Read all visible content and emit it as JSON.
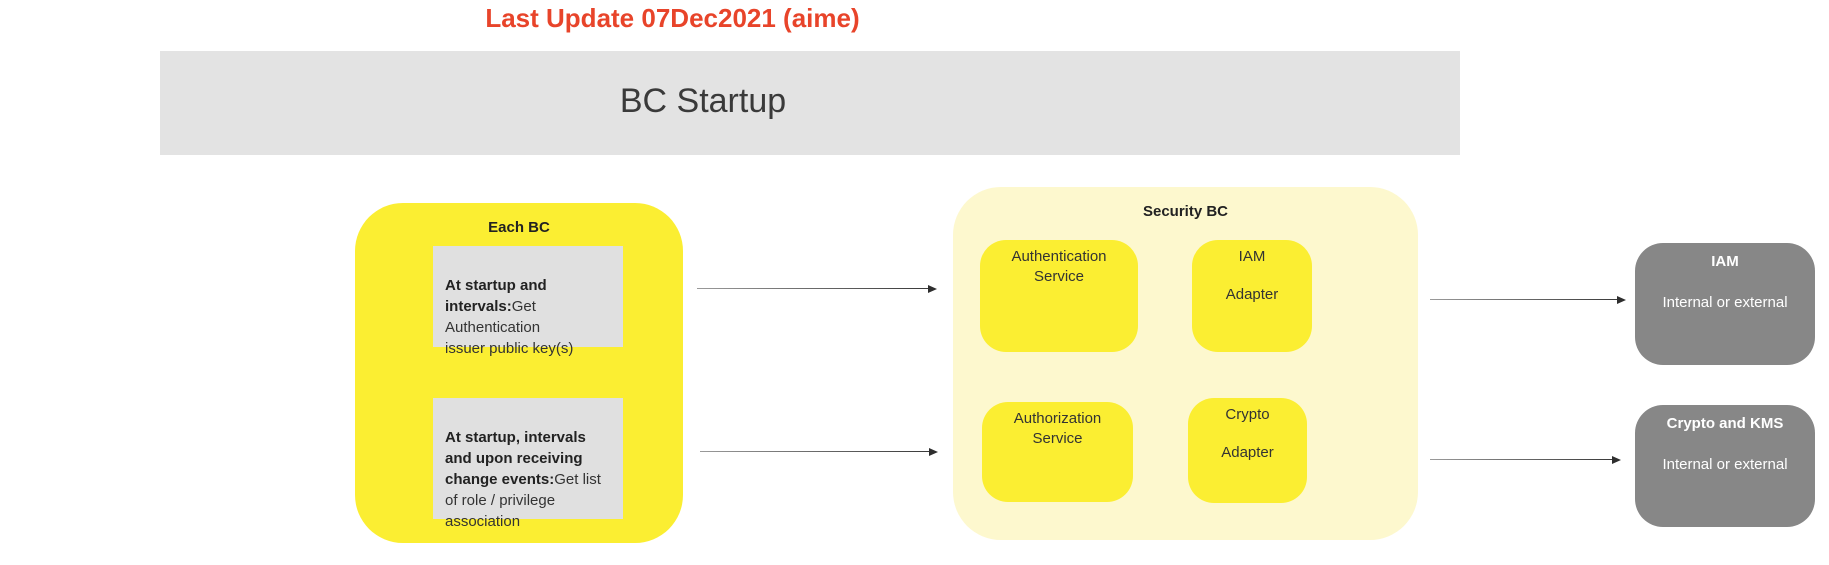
{
  "title": {
    "text": "Last Update 07Dec2021 (aime)"
  },
  "banner": {
    "label": "BC Startup"
  },
  "each_bc": {
    "label": "Each BC",
    "note1": {
      "heading": "At startup and\nintervals:",
      "body": "Get Authentication\nissuer public key(s)"
    },
    "note2": {
      "heading": "At startup, intervals\nand upon receiving\nchange events:",
      "body": "Get list of role / privilege\nassociation"
    }
  },
  "security_bc": {
    "label": "Security BC",
    "authentication_service": {
      "line1": "Authentication",
      "line2": "Service"
    },
    "iam_adapter": {
      "line1": "IAM",
      "line2": "Adapter"
    },
    "authorization_service": {
      "line1": "Authorization",
      "line2": "Service"
    },
    "crypto_adapter": {
      "line1": "Crypto",
      "line2": "Adapter"
    }
  },
  "external_systems": {
    "iam": {
      "title": "IAM",
      "subtitle": "Internal or external"
    },
    "crypto_kms": {
      "title": "Crypto and KMS",
      "subtitle": "Internal or external"
    }
  },
  "colors": {
    "title_red": "#e8442a",
    "banner_gray": "#e3e3e3",
    "bright_yellow": "#fbee32",
    "pale_yellow": "#fdf8ce",
    "note_gray": "#e0e0e0",
    "external_gray": "#878787",
    "arrow": "#3a3a3a"
  }
}
